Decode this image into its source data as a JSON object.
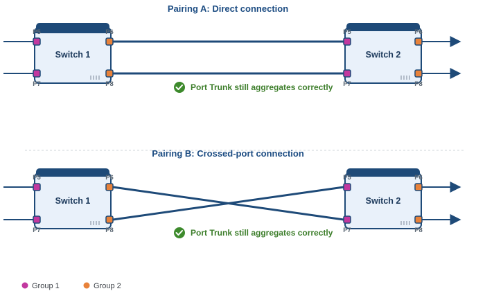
{
  "colors": {
    "group1": "#c2389f",
    "group2": "#e8823a",
    "link": "#1e4a78",
    "switch_fill": "#e9f1fa",
    "switch_header": "#1e4a78",
    "ok": "#3d8a2c"
  },
  "pairing_a": {
    "title": "Pairing A: Direct connection",
    "switch1": {
      "name": "Switch 1",
      "ports": {
        "p5": "P5",
        "p6": "P6",
        "p7": "P7",
        "p8": "P8"
      }
    },
    "switch2": {
      "name": "Switch 2",
      "ports": {
        "p5": "P5",
        "p6": "P6",
        "p7": "P7",
        "p8": "P8"
      }
    },
    "status": "Port Trunk still aggregates correctly",
    "status_icon": "check-circle-icon"
  },
  "pairing_b": {
    "title": "Pairing B: Crossed-port connection",
    "switch1": {
      "name": "Switch 1",
      "ports": {
        "p5": "P5",
        "p6": "P6",
        "p7": "P7",
        "p8": "P8"
      }
    },
    "switch2": {
      "name": "Switch 2",
      "ports": {
        "p5": "P5",
        "p6": "P6",
        "p7": "P7",
        "p8": "P8"
      }
    },
    "status": "Port Trunk still aggregates correctly",
    "status_icon": "check-circle-icon"
  },
  "legend": [
    {
      "label": "Group 1",
      "color": "#c2389f"
    },
    {
      "label": "Group 2",
      "color": "#e8823a"
    }
  ]
}
